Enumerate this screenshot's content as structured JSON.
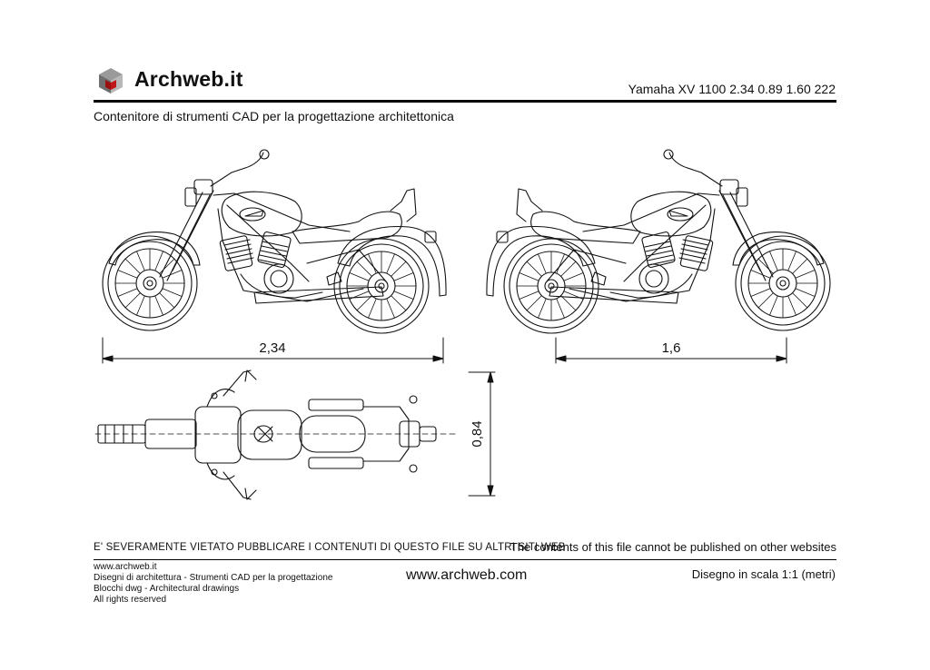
{
  "header": {
    "brand": "Archweb.it",
    "model_title": "Yamaha XV 1100 2.34 0.89 1.60 222",
    "subtitle": "Contenitore di strumenti CAD per la progettazione architettonica"
  },
  "dimensions": {
    "side_length": "2,34",
    "front_length": "1,6",
    "top_width": "0,84"
  },
  "notices": {
    "italian": "E' SEVERAMENTE VIETATO PUBBLICARE I CONTENUTI DI QUESTO FILE SU ALTRI SITI WEB",
    "english": "The contents of this file cannot be published on other websites"
  },
  "footer": {
    "lines": [
      "www.archweb.it",
      "Disegni di architettura - Strumenti CAD  per la progettazione",
      "Blocchi dwg - Architectural drawings",
      "All rights reserved"
    ],
    "site": "www.archweb.com",
    "scale": "Disegno in scala 1:1 (metri)"
  },
  "colors": {
    "logo_top": "#9a9a9a",
    "logo_left": "#6e6e6e",
    "logo_right": "#b8b8b8",
    "logo_core": "#9b1111"
  }
}
